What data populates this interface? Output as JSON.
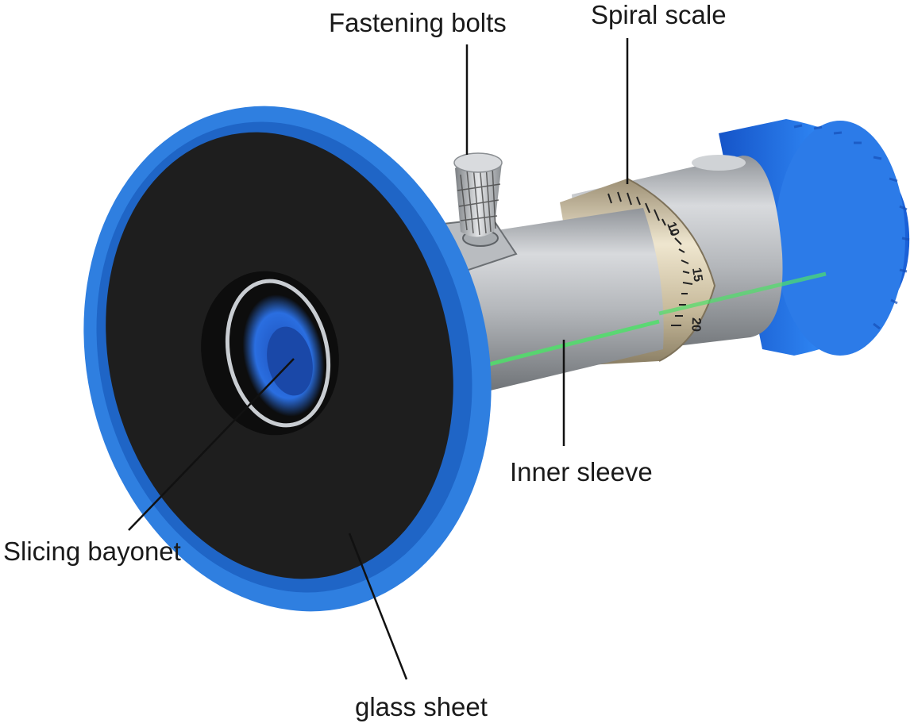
{
  "labels": {
    "fastening_bolts": "Fastening bolts",
    "spiral_scale": "Spiral scale",
    "inner_sleeve": "Inner sleeve",
    "slicing_bayonet": "Slicing bayonet",
    "glass_sheet": "glass sheet"
  },
  "scale_ticks": {
    "t10": "10",
    "t15": "15",
    "t20": "20"
  },
  "colors": {
    "rim_blue": "#2f7fe0",
    "knob_blue": "#1f6fe0",
    "disc_black": "#1e1e1e",
    "metal": "#b9bcc0",
    "green_line": "#4fe06a",
    "leader_line": "#111111"
  }
}
